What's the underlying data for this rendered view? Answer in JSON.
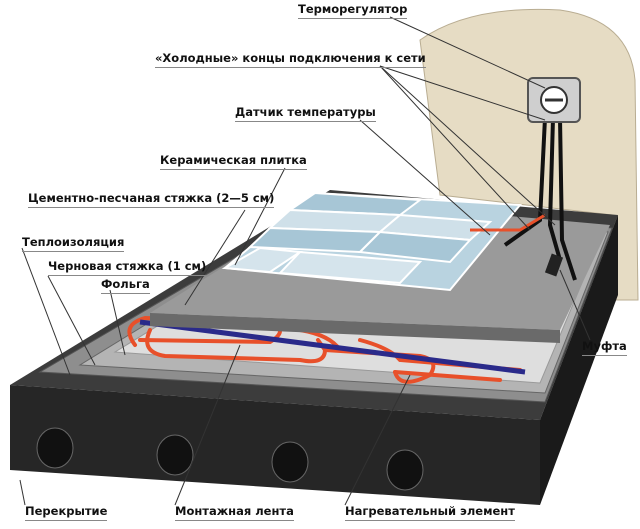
{
  "labels": {
    "thermostat": "Терморегулятор",
    "cold_ends": "«Холодные» концы подключения к сети",
    "temp_sensor": "Датчик температуры",
    "ceramic_tile": "Керамическая плитка",
    "cement_screed": "Цементно-песчаная стяжка (2—5 см)",
    "insulation": "Теплоизоляция",
    "rough_screed": "Черновая стяжка (1 см)",
    "foil": "Фольга",
    "coupling": "Муфта",
    "floor_slab": "Перекрытие",
    "mounting_tape": "Монтажная лента",
    "heating_element": "Нагревательный элемент"
  },
  "colors": {
    "cable": "#e8502a",
    "tape": "#2a2a8a",
    "tile": "#b9d3e0",
    "wall": "#e6dcc4",
    "slab": "#2b2b2b"
  }
}
